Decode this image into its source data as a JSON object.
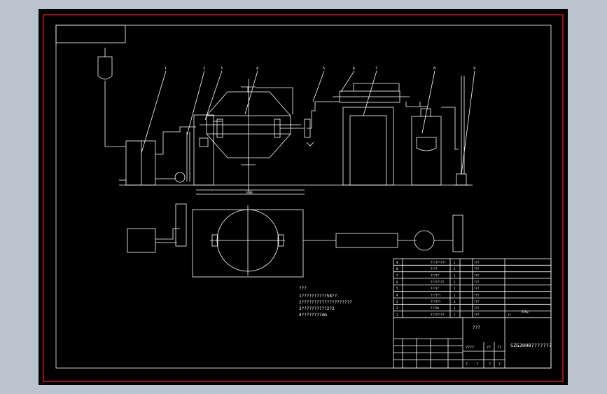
{
  "drawing": {
    "sheet_title": "SZG2000???????",
    "notes_heading": "???",
    "notes": [
      "1??????????58??",
      "2????????????????????",
      "3??????????2?2",
      "4????????4m"
    ],
    "dimension_main": "1000",
    "callouts": [
      "1",
      "2",
      "3",
      "4",
      "5",
      "6",
      "7",
      "8",
      "9"
    ],
    "title_block": {
      "center_label": "???",
      "ratio_row": [
        "????",
        "??",
        "??"
      ],
      "bottom_row": [
        "?",
        "?",
        "?",
        "?"
      ],
      "sheet_label": "??",
      "scale": "45kg"
    },
    "bom_rows": [
      {
        "no": "9",
        "name": "?????????",
        "qty": "1",
        "mat": "???"
      },
      {
        "no": "8",
        "name": "????",
        "qty": "1",
        "mat": "???"
      },
      {
        "no": "7",
        "name": "?????",
        "qty": "1",
        "mat": "???"
      },
      {
        "no": "6",
        "name": "????????",
        "qty": "1",
        "mat": "???"
      },
      {
        "no": "5",
        "name": "?????",
        "qty": "1",
        "mat": "???"
      },
      {
        "no": "4",
        "name": "??????",
        "qty": "1",
        "mat": "???"
      },
      {
        "no": "3",
        "name": "??????",
        "qty": "1",
        "mat": "???"
      },
      {
        "no": "2",
        "name": "????m",
        "qty": "1",
        "mat": "???"
      },
      {
        "no": "1",
        "name": "????????",
        "qty": "1",
        "mat": "???"
      }
    ]
  }
}
